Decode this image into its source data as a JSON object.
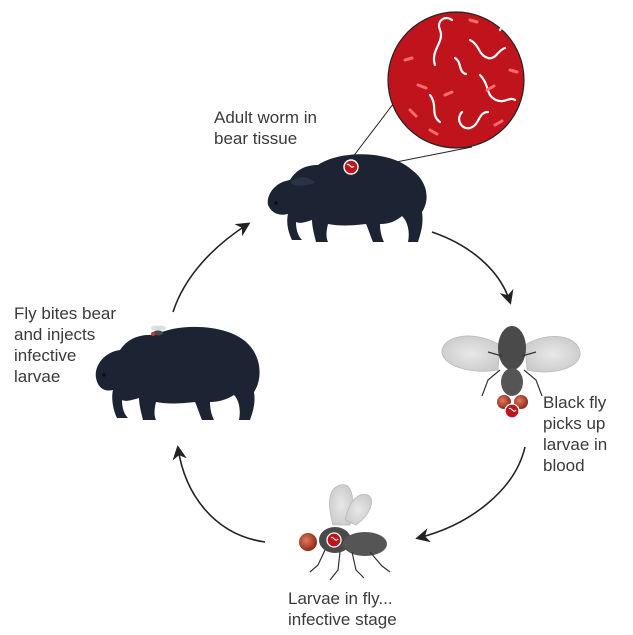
{
  "labels": {
    "adult_worm": [
      "Adult worm in",
      "bear tissue"
    ],
    "fly_bites": [
      "Fly bites bear",
      "and injects",
      "infective",
      "larvae"
    ],
    "black_fly": [
      "Black fly",
      "picks up",
      "larvae in",
      "blood"
    ],
    "larvae_in_fly": [
      "Larvae in fly...",
      "infective stage"
    ]
  },
  "icons": {
    "bear_top": "black-bear",
    "bear_left": "black-bear",
    "fly_right": "black-fly",
    "fly_bottom": "black-fly",
    "magnifier": "tissue-magnified-circle",
    "worm_marker": "worm-marker"
  },
  "colors": {
    "bear": "#1c2333",
    "tissue": "#c0141c",
    "worm": "#ffffff",
    "fly_body": "#4a4a4a",
    "fly_eye": "#b5402c",
    "arrow": "#222222",
    "text": "#3a3a3a"
  }
}
